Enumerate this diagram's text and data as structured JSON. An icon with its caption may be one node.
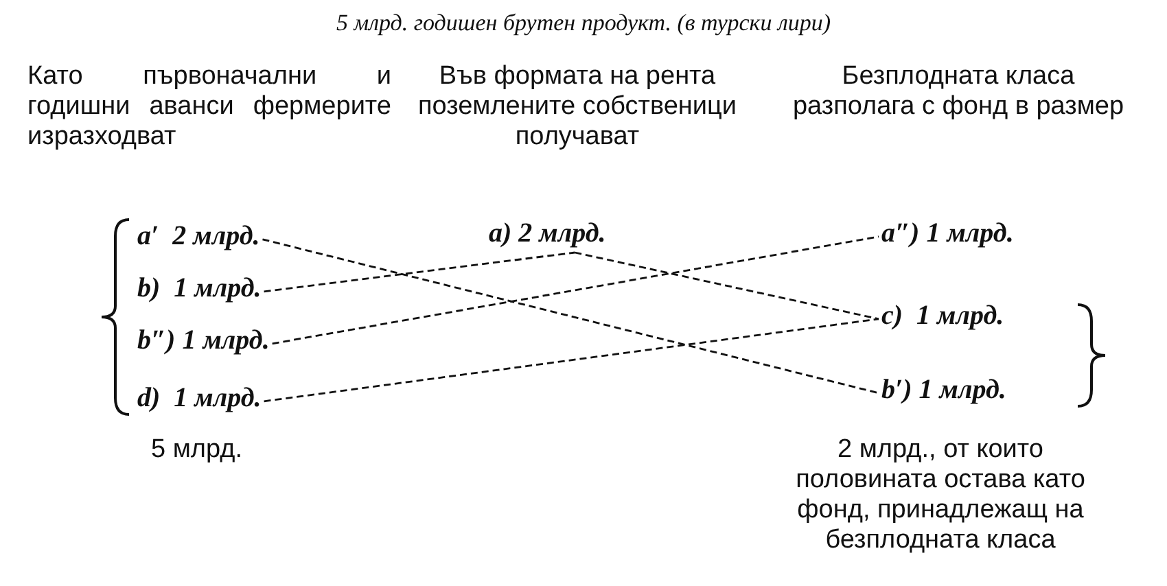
{
  "diagram": {
    "title": "5 млрд. годишен брутен продукт. (в турски лири)",
    "nodes": [
      {
        "text": [
          "a′  2 млрд."
        ]
      },
      {
        "text": [
          "b)  1 млрд."
        ]
      },
      {
        "text": [
          "b″) 1 млрд."
        ]
      },
      {
        "text": [
          "d)  1 млрд."
        ]
      },
      {
        "text": [
          "a) 2 млрд."
        ]
      },
      {
        "text": [
          "a″) 1 млрд."
        ]
      },
      {
        "text": [
          "c)  1 млрд."
        ]
      },
      {
        "text": [
          "b′) 1 млрд."
        ]
      }
    ],
    "edges": [
      {
        "from": 0,
        "to": 7,
        "arrow": "none"
      },
      {
        "from": 1,
        "to": 4,
        "arrow": "none"
      },
      {
        "from": 2,
        "to": 5,
        "arrow": "none"
      },
      {
        "from": 3,
        "to": 6,
        "arrow": "none"
      },
      {
        "from": 4,
        "to": 6,
        "arrow": "none"
      }
    ],
    "labels": [
      "Като първоначални и годишни аванси фермерите изразходват",
      "Във формата на рента поземлените собственици получават",
      "Безплодната класа разполага с фонд в размер",
      "5 млрд.",
      "2 млрд., от които половината остава като фонд, принадлежащ на безплодната класа"
    ]
  }
}
